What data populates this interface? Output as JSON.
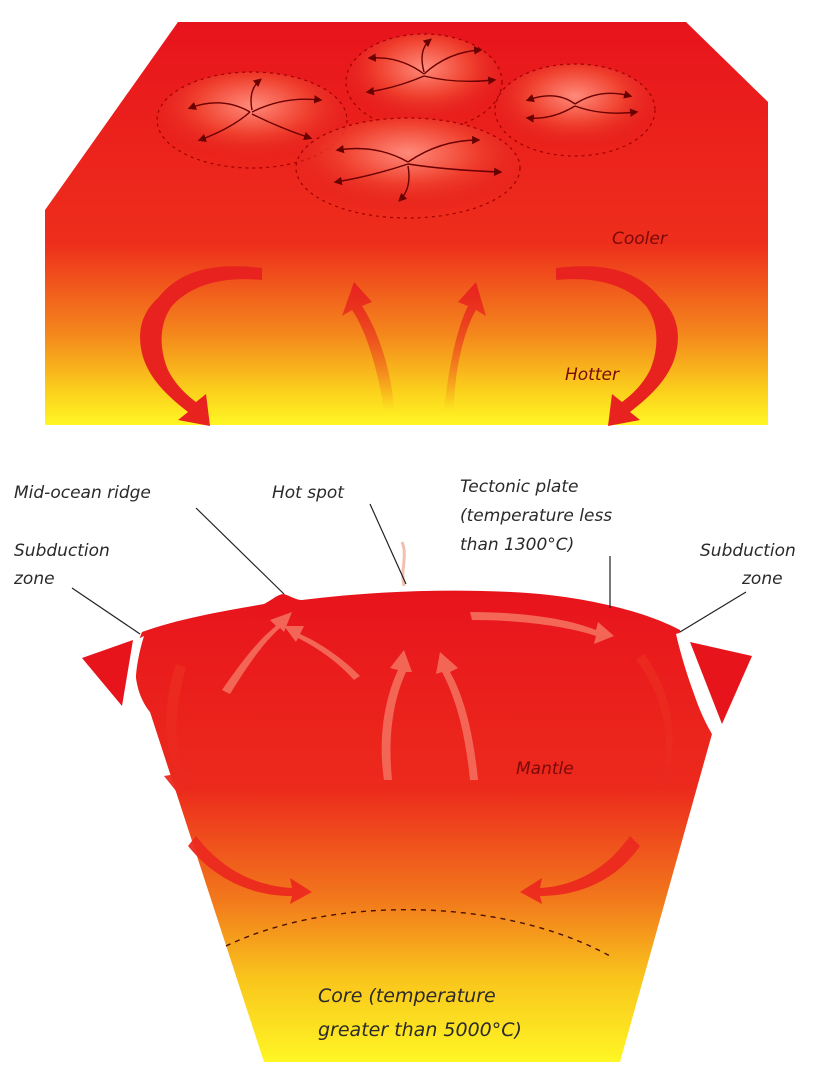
{
  "top_block": {
    "cooler_label": "Cooler",
    "hotter_label": "Hotter"
  },
  "labels": {
    "mid_ocean_ridge": "Mid-ocean ridge",
    "hot_spot": "Hot spot",
    "tectonic_plate_line1": "Tectonic plate",
    "tectonic_plate_line2": "(temperature less",
    "tectonic_plate_line3": "than 1300°C)",
    "subduction_left_line1": "Subduction",
    "subduction_left_line2": "zone",
    "subduction_right_line1": "Subduction",
    "subduction_right_line2": "zone",
    "mantle": "Mantle",
    "core_line1": "Core (temperature",
    "core_line2": "greater than 5000°C)"
  },
  "colors": {
    "hot_red": "#e8141c",
    "mid_orange": "#f26a1a",
    "core_yellow": "#fff21a",
    "arrow_red": "#e8231f",
    "outline": "#b80000"
  }
}
